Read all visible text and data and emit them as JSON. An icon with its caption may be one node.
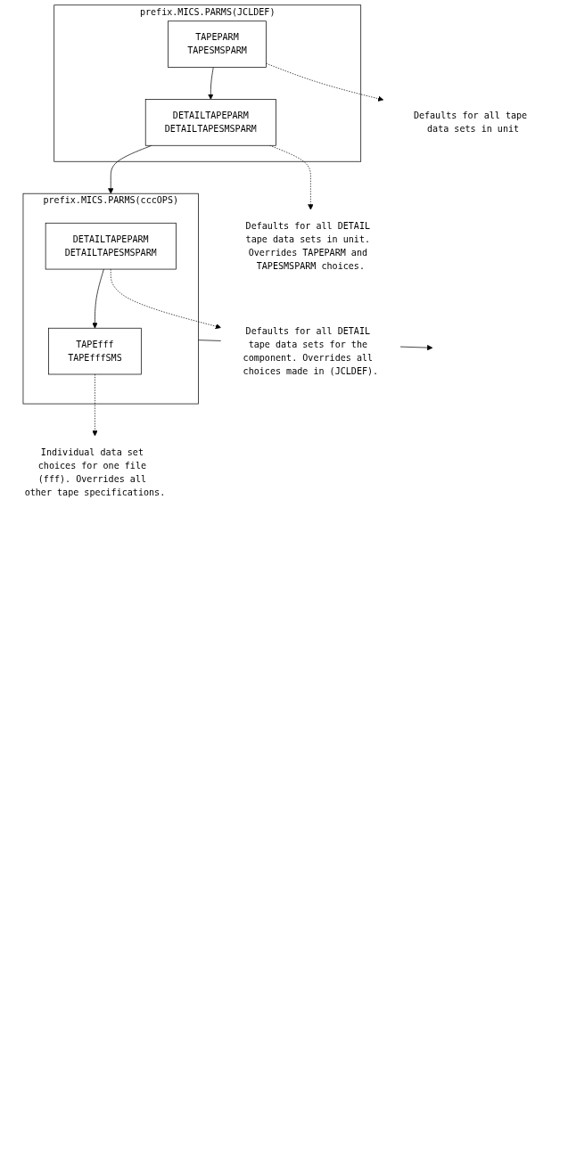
{
  "diagram": {
    "nodes": [
      {
        "text": [
          "prefix.MICS.PARMS(JCLDEF)"
        ]
      },
      {
        "text": [
          "TAPEPARM",
          "TAPESMSPARM"
        ],
        "in": 0
      },
      {
        "text": [
          "DETAILTAPEPARM",
          "DETAILTAPESMSPARM"
        ],
        "in": 0
      },
      {
        "text": [
          "Defaults for all tape data sets in unit"
        ]
      },
      {
        "text": [
          "Defaults for all DETAIL tape data sets in unit. Overrides TAPEPARM and TAPESMSPARM choices."
        ]
      },
      {
        "text": [
          "prefix.MICS.PARMS(cccOPS)"
        ]
      },
      {
        "text": [
          "DETAILTAPEPARM",
          "DETAILTAPESMSPARM"
        ],
        "in": 5
      },
      {
        "text": [
          "TAPEfff",
          "TAPEfffSMS"
        ],
        "in": 5
      },
      {
        "text": [
          "Defaults for all DETAIL tape data sets for the component. Overrides all choices made in (JCLDEF)."
        ]
      },
      {
        "text": [
          "Individual data set choices for one file (fff). Overrides all other tape specifications."
        ]
      }
    ],
    "edges": [
      {
        "from": 1,
        "to": 3,
        "arrow": "to",
        "style": "dashed"
      },
      {
        "from": 1,
        "to": 2,
        "arrow": "to"
      },
      {
        "from": 2,
        "to": 4,
        "arrow": "to",
        "style": "dashed"
      },
      {
        "from": 2,
        "to": 5,
        "arrow": "to"
      },
      {
        "from": 6,
        "to": 8,
        "arrow": "to",
        "style": "dashed"
      },
      {
        "from": 6,
        "to": 7,
        "arrow": "to"
      },
      {
        "from": 7,
        "to": 9,
        "arrow": "to",
        "style": "dashed"
      },
      {
        "from": 5,
        "to": null,
        "arrow": "to"
      }
    ]
  }
}
